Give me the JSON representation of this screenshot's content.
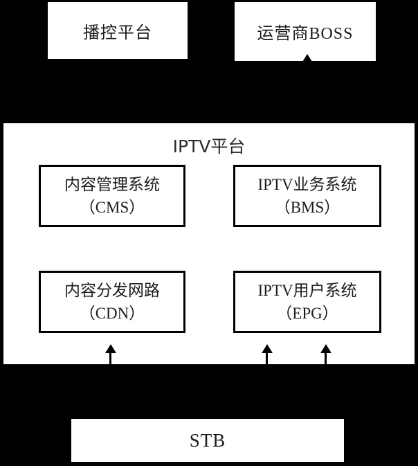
{
  "diagram": {
    "external_top": {
      "broadcast_control": {
        "label": "播控平台"
      },
      "operator_boss": {
        "label": "运营商BOSS"
      }
    },
    "platform": {
      "title": "IPTV平台",
      "modules": [
        {
          "id": "cms",
          "name": "内容管理系统",
          "abbr": "（CMS）"
        },
        {
          "id": "bms",
          "name": "IPTV业务系统",
          "abbr": "（BMS）"
        },
        {
          "id": "cdn",
          "name": "内容分发网路",
          "abbr": "（CDN）"
        },
        {
          "id": "epg",
          "name": "IPTV用户系统",
          "abbr": "（EPG）"
        }
      ]
    },
    "stb": {
      "label": "STB"
    },
    "arrows": {
      "to_operator_boss": "up-arrowhead",
      "to_cdn": "up-arrow",
      "to_epg_left": "up-arrow",
      "to_epg_right": "up-arrow"
    },
    "colors": {
      "background": "#000000",
      "box_fill": "#ffffff",
      "border": "#000000",
      "text": "#1c1c1c"
    }
  }
}
